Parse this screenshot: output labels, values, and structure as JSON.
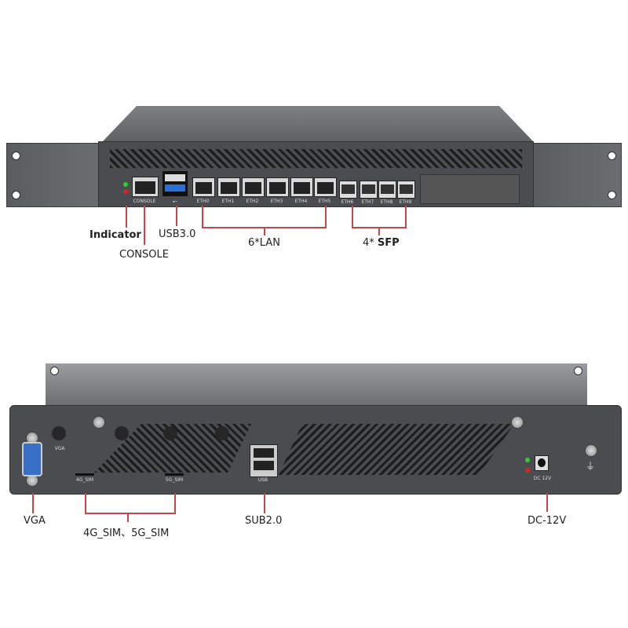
{
  "front": {
    "port_labels": [
      "CONSOLE",
      "ETH0",
      "ETH1",
      "ETH2",
      "ETH3",
      "ETH4",
      "ETH5",
      "ETH6",
      "ETH7",
      "ETH8",
      "ETH9"
    ],
    "callouts": {
      "indicator": "Indicator",
      "console": "CONSOLE",
      "usb": "USB3.0",
      "lan": "6*LAN",
      "sfp_prefix": "4*",
      "sfp": "SFP"
    }
  },
  "rear": {
    "port_labels": {
      "vga": "VGA",
      "sim4g": "4G_SIM",
      "sim5g": "5G_SIM",
      "usb": "USB",
      "dc": "DC 12V"
    },
    "callouts": {
      "vga": "VGA",
      "sim": "4G_SIM、5G_SIM",
      "usb": "SUB2.0",
      "dc": "DC-12V"
    }
  },
  "colors": {
    "callout_line": "#c8454a",
    "chassis": "#4a4c4f",
    "led_green": "#3c3",
    "led_red": "#d22",
    "usb3": "#2a6fd6",
    "vga": "#3a6fc8"
  }
}
